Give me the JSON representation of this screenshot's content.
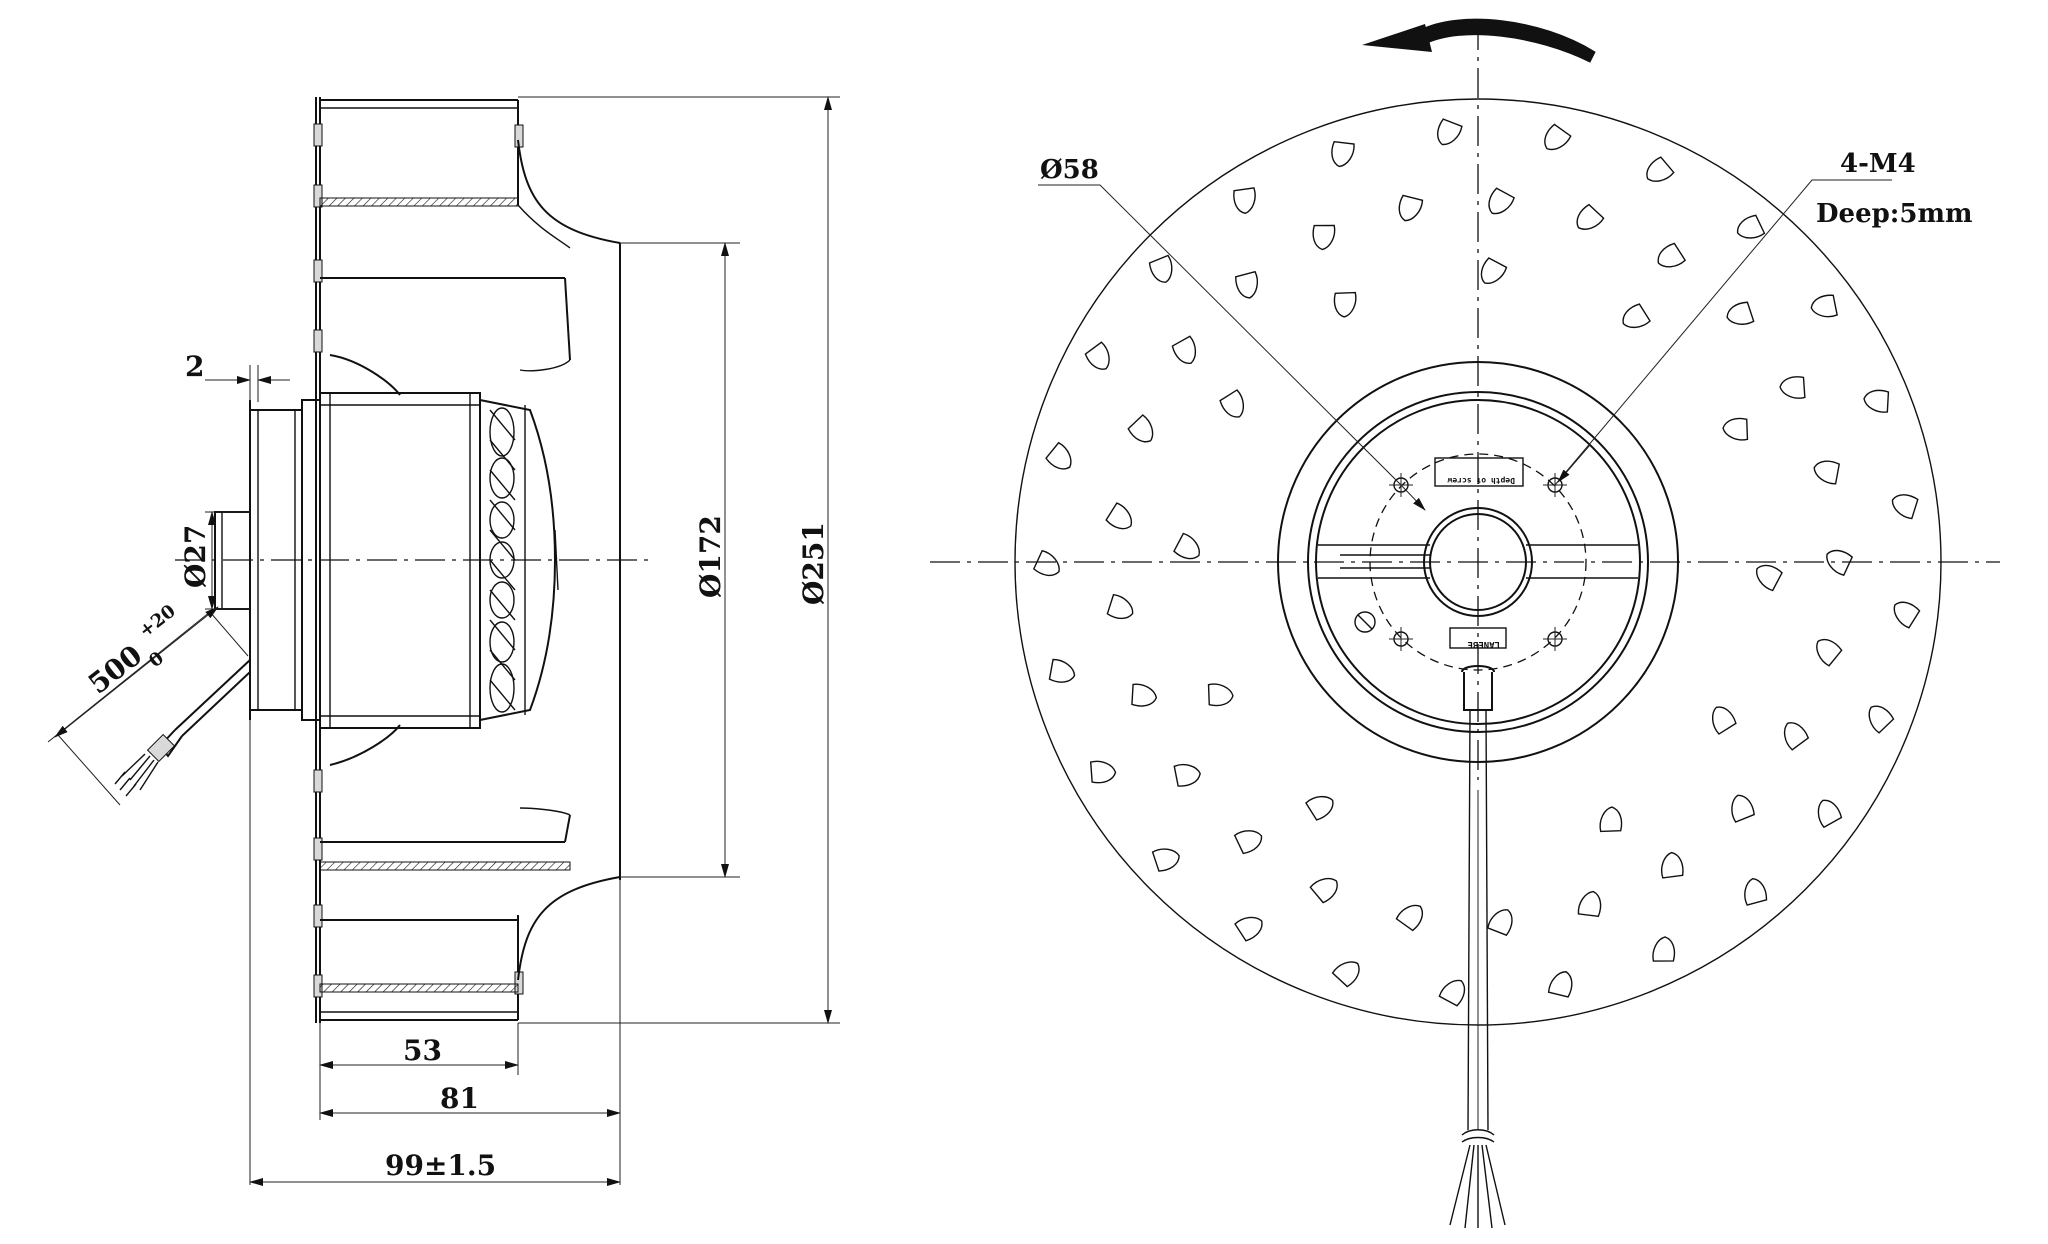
{
  "side_view": {
    "dimensions": {
      "cable_length": "500",
      "cable_tol_upper": "+20",
      "cable_tol_lower": "0",
      "flange_offset": "2",
      "hub_diameter": "Ø27",
      "inlet_diameter": "Ø172",
      "outer_diameter": "Ø251",
      "motor_depth": "53",
      "impeller_depth": "81",
      "total_depth": "99±1.5"
    }
  },
  "front_view": {
    "labels": {
      "bolt_circle": "Ø58",
      "thread": "4-M4",
      "depth": "Deep:5mm"
    },
    "label_plate": {
      "top": "Depth of screw",
      "bottom": "LANEBE"
    },
    "rotation": "counter-clockwise"
  }
}
